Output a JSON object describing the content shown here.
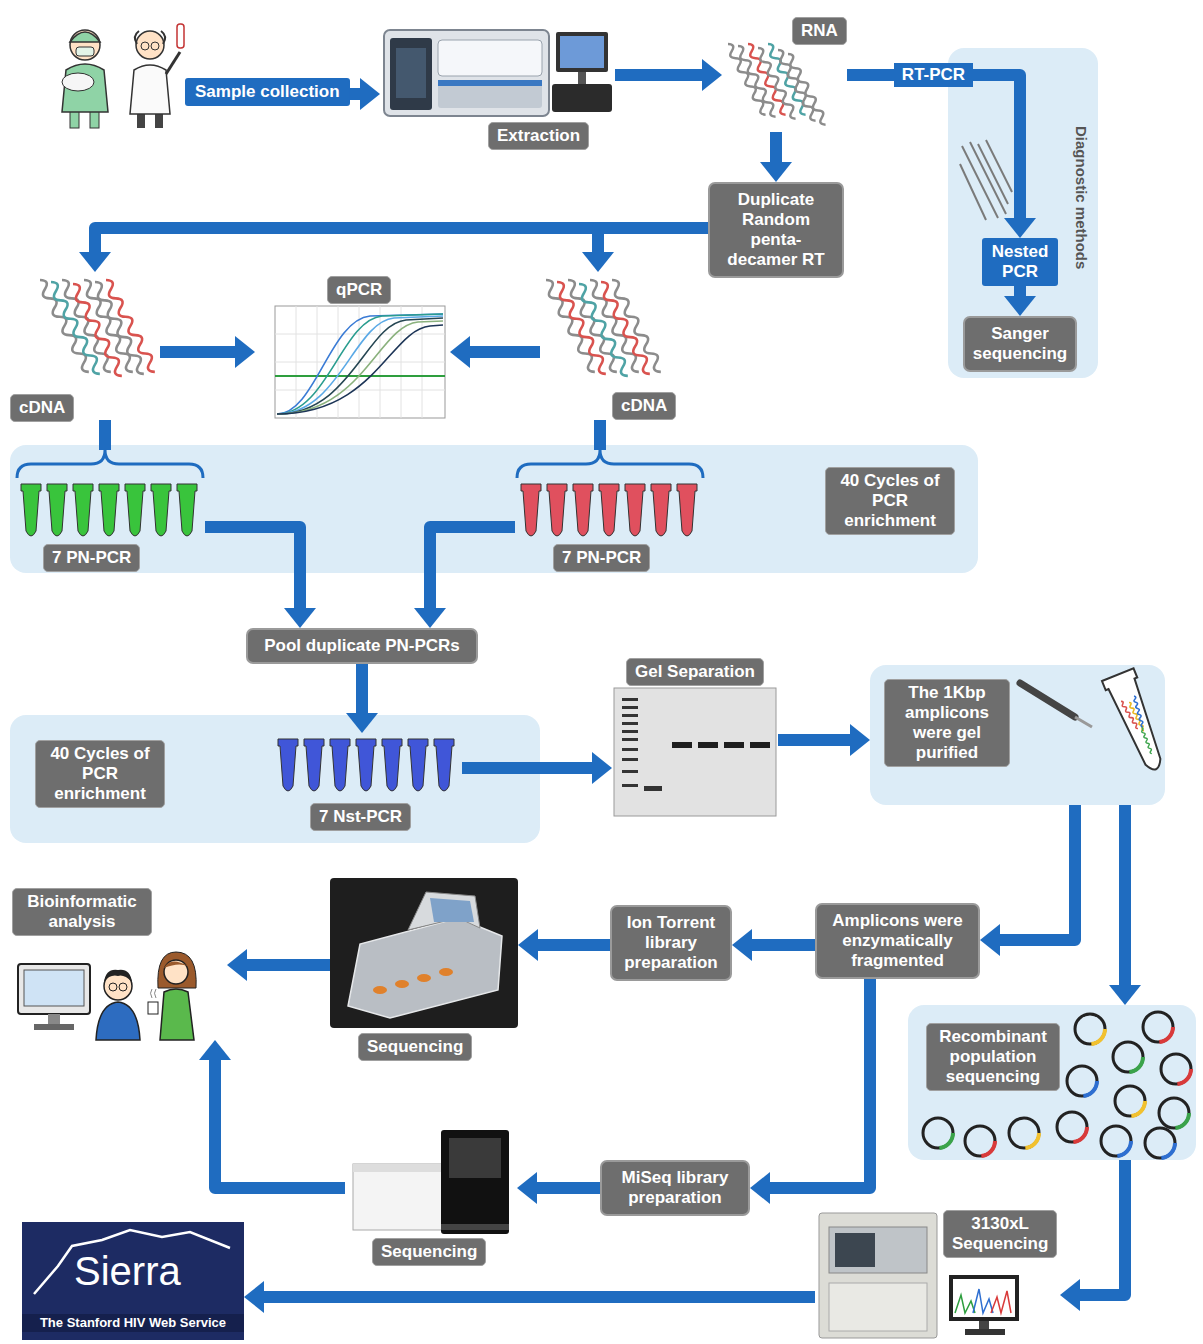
{
  "diagram": {
    "nodes": [
      {
        "text": [
          "Sample collection"
        ]
      },
      {
        "text": [
          "Extraction"
        ]
      },
      {
        "text": [
          "RNA"
        ]
      },
      {
        "text": [
          "Diagnostic methods"
        ]
      },
      {
        "text": [
          "Nested PCR"
        ],
        "in": 3
      },
      {
        "text": [
          "Sanger sequencing"
        ],
        "in": 3
      },
      {
        "text": [
          "Duplicate Random penta-decamer RT"
        ]
      },
      {
        "text": [
          "cDNA"
        ]
      },
      {
        "text": [
          "qPCR"
        ]
      },
      {
        "text": [
          "cDNA"
        ]
      },
      {
        "text": [
          "40 Cycles of PCR enrichment"
        ]
      },
      {
        "text": [
          "7 PN-PCR"
        ],
        "in": 10
      },
      {
        "text": [
          "7 PN-PCR"
        ],
        "in": 10
      },
      {
        "text": [
          "Pool duplicate PN-PCRs"
        ]
      },
      {
        "text": [
          "40 Cycles of PCR enrichment"
        ]
      },
      {
        "text": [
          "7 Nst-PCR"
        ],
        "in": 14
      },
      {
        "text": [
          "Gel Separation"
        ]
      },
      {
        "text": [
          "The 1Kbp amplicons were gel purified"
        ]
      },
      {
        "text": [
          "Amplicons were enzymatically fragmented"
        ]
      },
      {
        "text": [
          "Recombinant population sequencing"
        ]
      },
      {
        "text": [
          "Ion Torrent library preparation"
        ]
      },
      {
        "text": [
          "Sequencing"
        ]
      },
      {
        "text": [
          "Bioinformatic analysis"
        ]
      },
      {
        "text": [
          "MiSeq library preparation"
        ]
      },
      {
        "text": [
          "Sequencing"
        ]
      },
      {
        "text": [
          "3130xL Sequencing"
        ]
      },
      {
        "text": [
          "Sierra",
          "The Stanford HIV Web Service"
        ]
      }
    ],
    "edges": [
      {
        "from": 0,
        "to": 1,
        "arrow": "to"
      },
      {
        "from": 1,
        "to": 2,
        "arrow": "to"
      },
      {
        "from": 2,
        "to": 4,
        "label": "RT-PCR",
        "arrow": "to"
      },
      {
        "from": 4,
        "to": 5,
        "arrow": "to"
      },
      {
        "from": 2,
        "to": 6,
        "arrow": "to"
      },
      {
        "from": 6,
        "to": 7,
        "arrow": "to"
      },
      {
        "from": 6,
        "to": 9,
        "arrow": "to"
      },
      {
        "from": 7,
        "to": 8,
        "arrow": "to"
      },
      {
        "from": 9,
        "to": 8,
        "arrow": "to"
      },
      {
        "from": 7,
        "to": 11,
        "arrow": "none"
      },
      {
        "from": 9,
        "to": 12,
        "arrow": "none"
      },
      {
        "from": 11,
        "to": 13,
        "arrow": "to"
      },
      {
        "from": 12,
        "to": 13,
        "arrow": "to"
      },
      {
        "from": 13,
        "to": 15,
        "arrow": "to"
      },
      {
        "from": 15,
        "to": 16,
        "arrow": "to"
      },
      {
        "from": 16,
        "to": 17,
        "arrow": "to"
      },
      {
        "from": 17,
        "to": 18,
        "arrow": "to"
      },
      {
        "from": 17,
        "to": 19,
        "arrow": "to"
      },
      {
        "from": 18,
        "to": 20,
        "arrow": "to"
      },
      {
        "from": 20,
        "to": 21,
        "arrow": "to"
      },
      {
        "from": 21,
        "to": 22,
        "arrow": "to"
      },
      {
        "from": 18,
        "to": 23,
        "arrow": "to"
      },
      {
        "from": 23,
        "to": 24,
        "arrow": "to"
      },
      {
        "from": 24,
        "to": 22,
        "arrow": "to"
      },
      {
        "from": 19,
        "to": 25,
        "arrow": "to"
      },
      {
        "from": 25,
        "to": 26,
        "arrow": "to"
      }
    ]
  }
}
